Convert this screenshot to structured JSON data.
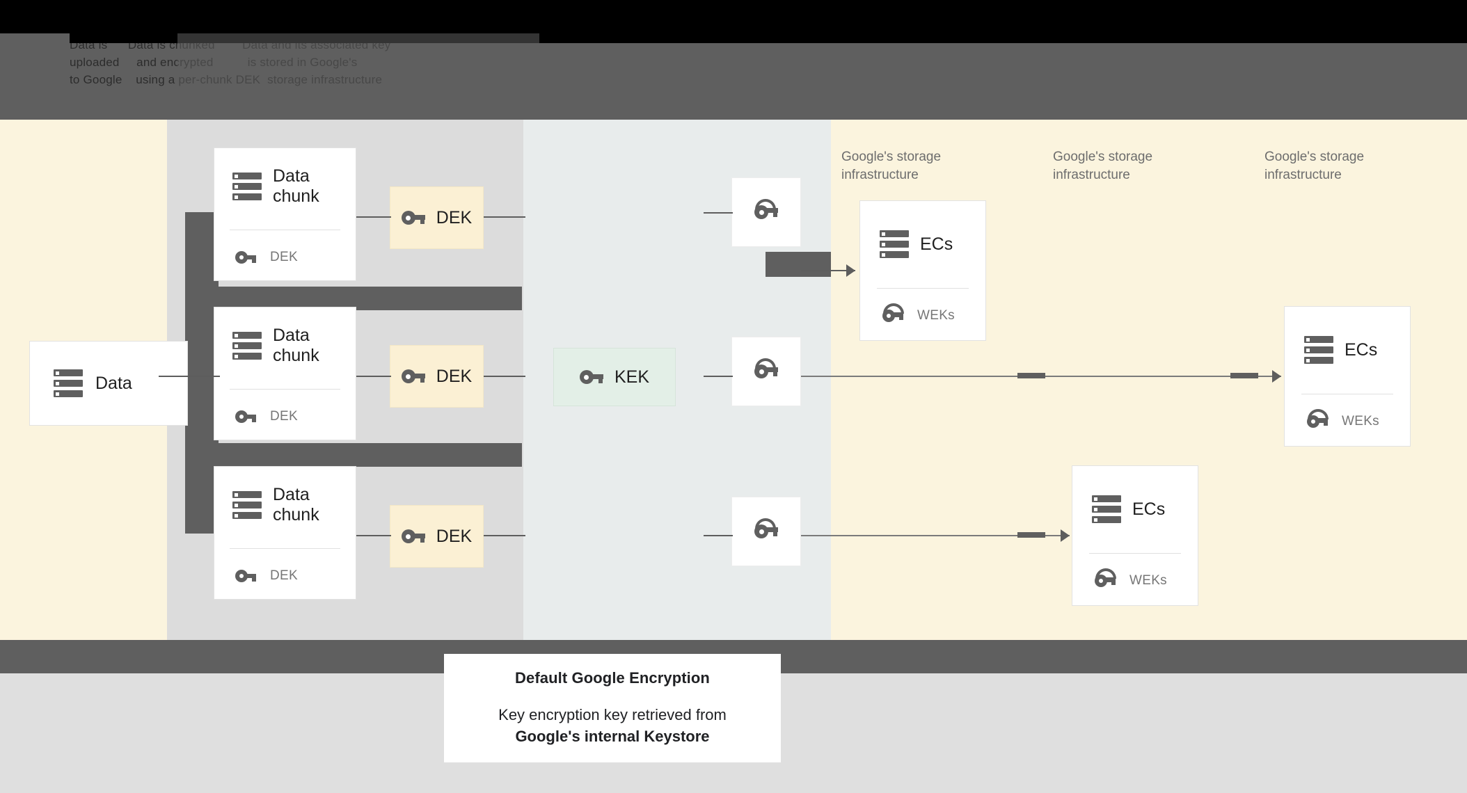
{
  "header": {
    "obscured_lines": [
      "Data is      Data is chunked        Data and its associated key",
      "uploaded     and encrypted          is stored in Google's",
      "to Google    using a per-chunk DEK  storage infrastructure"
    ]
  },
  "flow": {
    "source": {
      "label": "Data",
      "icon": "storage-stack-icon"
    },
    "chunks": [
      {
        "title": "Data chunk",
        "key_label": "DEK",
        "dek_box": "DEK"
      },
      {
        "title": "Data chunk",
        "key_label": "DEK",
        "dek_box": "DEK"
      },
      {
        "title": "Data chunk",
        "key_label": "DEK",
        "dek_box": "DEK"
      }
    ],
    "kek": {
      "label": "KEK",
      "icon": "key-icon"
    },
    "wrapped_tiles": [
      {
        "icon": "wrapped-key-icon"
      },
      {
        "icon": "wrapped-key-icon"
      },
      {
        "icon": "wrapped-key-icon"
      }
    ],
    "storage_labels": [
      "Google's storage infrastructure",
      "Google's storage infrastructure",
      "Google's storage infrastructure"
    ],
    "ec_cards": [
      {
        "title": "ECs",
        "key_label": "WEKs"
      },
      {
        "title": "ECs",
        "key_label": "WEKs"
      },
      {
        "title": "ECs",
        "key_label": "WEKs"
      }
    ]
  },
  "caption": {
    "title": "Default Google Encryption",
    "line1": "Key encryption key retrieved from",
    "line2": "Google's internal Keystore"
  },
  "colors": {
    "cream": "#fbf4de",
    "dark_bar": "#5f5f5f",
    "chunk_column": "#dcdcdc",
    "kek_column": "#e8ecec",
    "dek_box": "#fbf0d4",
    "kek_box": "#e3efe7",
    "bottom_grey": "#dfdfdf",
    "icon_grey": "#5f5f5f",
    "muted_text": "#767676"
  }
}
